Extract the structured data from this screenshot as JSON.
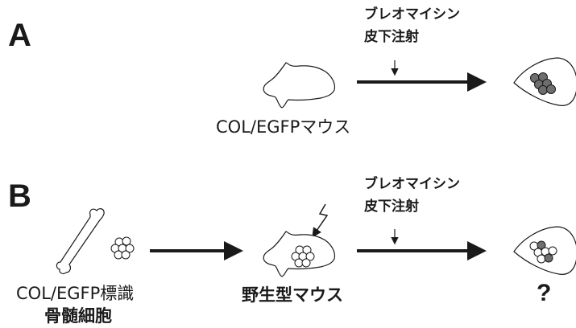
{
  "panel_a": {
    "letter": "A",
    "treatment_line1": "ブレオマイシン",
    "treatment_line2": "皮下注射",
    "mouse_label": "COL/EGFPマウス"
  },
  "panel_b": {
    "letter": "B",
    "treatment_line1": "ブレオマイシン",
    "treatment_line2": "皮下注射",
    "donor_label_line1": "COL/EGFP標識",
    "donor_label_line2": "骨髄細胞",
    "recipient_label": "野生型マウス",
    "result_label": "?"
  },
  "colors": {
    "ink": "#1a1a1a",
    "cell_gray": "#6e6e6e",
    "cell_white": "#ffffff"
  }
}
